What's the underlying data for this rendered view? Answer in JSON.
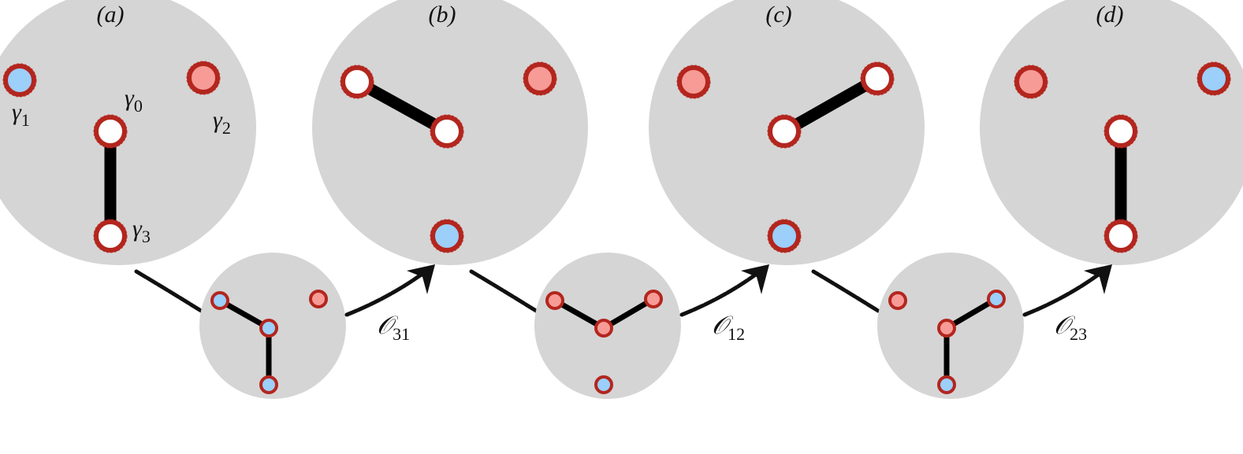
{
  "colors": {
    "disk": "#d5d5d5",
    "ring": "#b3261e",
    "fill_white": "#ffffff",
    "fill_blue": "#9ccffa",
    "fill_red": "#f79b96",
    "bond": "#000000",
    "arrow": "#111111"
  },
  "panels": [
    {
      "id": "a",
      "label": "(a)",
      "bond": [
        "g0",
        "g3"
      ],
      "fills": {
        "g0": "white",
        "g1": "blue",
        "g2": "red",
        "g3": "white"
      }
    },
    {
      "id": "b",
      "label": "(b)",
      "bond": [
        "g1",
        "g0"
      ],
      "fills": {
        "g0": "white",
        "g1": "white",
        "g2": "red",
        "g3": "blue"
      }
    },
    {
      "id": "c",
      "label": "(c)",
      "bond": [
        "g0",
        "g2"
      ],
      "fills": {
        "g0": "white",
        "g1": "red",
        "g2": "white",
        "g3": "blue"
      }
    },
    {
      "id": "d",
      "label": "(d)",
      "bond": [
        "g0",
        "g3"
      ],
      "fills": {
        "g0": "white",
        "g1": "red",
        "g2": "blue",
        "g3": "white"
      }
    }
  ],
  "site_labels": [
    {
      "site": "g1",
      "symbol": "γ",
      "sub": "1"
    },
    {
      "site": "g0",
      "symbol": "γ",
      "sub": "0"
    },
    {
      "site": "g2",
      "symbol": "γ",
      "sub": "2"
    },
    {
      "site": "g3",
      "symbol": "γ",
      "sub": "3"
    }
  ],
  "transitions": [
    {
      "op_symbol": "𝒪",
      "op_sub": "31",
      "bonds": [
        [
          "g1",
          "g0"
        ],
        [
          "g0",
          "g3"
        ]
      ],
      "fills": {
        "g0": "blue",
        "g1": "blue",
        "g2": "red",
        "g3": "blue"
      }
    },
    {
      "op_symbol": "𝒪",
      "op_sub": "12",
      "bonds": [
        [
          "g1",
          "g0"
        ],
        [
          "g0",
          "g2"
        ]
      ],
      "fills": {
        "g0": "red",
        "g1": "red",
        "g2": "red",
        "g3": "blue"
      }
    },
    {
      "op_symbol": "𝒪",
      "op_sub": "23",
      "bonds": [
        [
          "g0",
          "g2"
        ],
        [
          "g0",
          "g3"
        ]
      ],
      "fills": {
        "g0": "red",
        "g1": "red",
        "g2": "blue",
        "g3": "blue"
      }
    }
  ]
}
